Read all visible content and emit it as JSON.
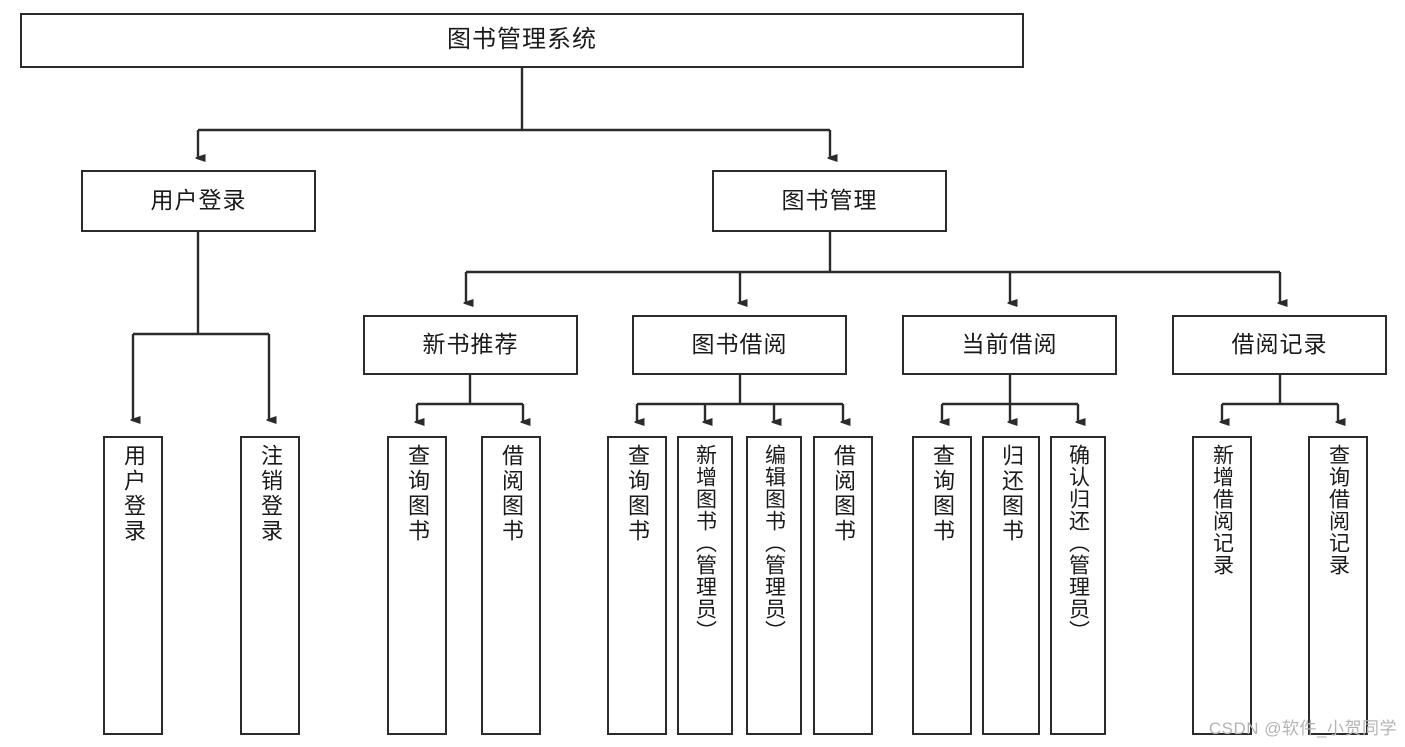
{
  "diagram": {
    "title": "图书管理系统",
    "type": "tree-hierarchy",
    "watermark": "CSDN @软件_小贺同学",
    "colors": {
      "box_border": "#2b2b2b",
      "box_fill": "#ffffff",
      "connector": "#2b2b2b",
      "text": "#1a1a1a",
      "watermark": "#b4b4b4",
      "background": "#ffffff"
    },
    "root": {
      "label": "图书管理系统"
    },
    "level2": [
      {
        "label": "用户登录"
      },
      {
        "label": "图书管理"
      }
    ],
    "level3": [
      {
        "label": "新书推荐"
      },
      {
        "label": "图书借阅"
      },
      {
        "label": "当前借阅"
      },
      {
        "label": "借阅记录"
      }
    ],
    "leaves": {
      "user_login": [
        {
          "label": "用户登录"
        },
        {
          "label": "注销登录"
        }
      ],
      "new_book_recommend": [
        {
          "label": "查询图书"
        },
        {
          "label": "借阅图书"
        }
      ],
      "book_borrow": [
        {
          "label": "查询图书"
        },
        {
          "label": "新增图书（管理员）"
        },
        {
          "label": "编辑图书（管理员）"
        },
        {
          "label": "借阅图书"
        }
      ],
      "current_borrow": [
        {
          "label": "查询图书"
        },
        {
          "label": "归还图书"
        },
        {
          "label": "确认归还（管理员）"
        }
      ],
      "borrow_record": [
        {
          "label": "新增借阅记录"
        },
        {
          "label": "查询借阅记录"
        }
      ]
    }
  }
}
